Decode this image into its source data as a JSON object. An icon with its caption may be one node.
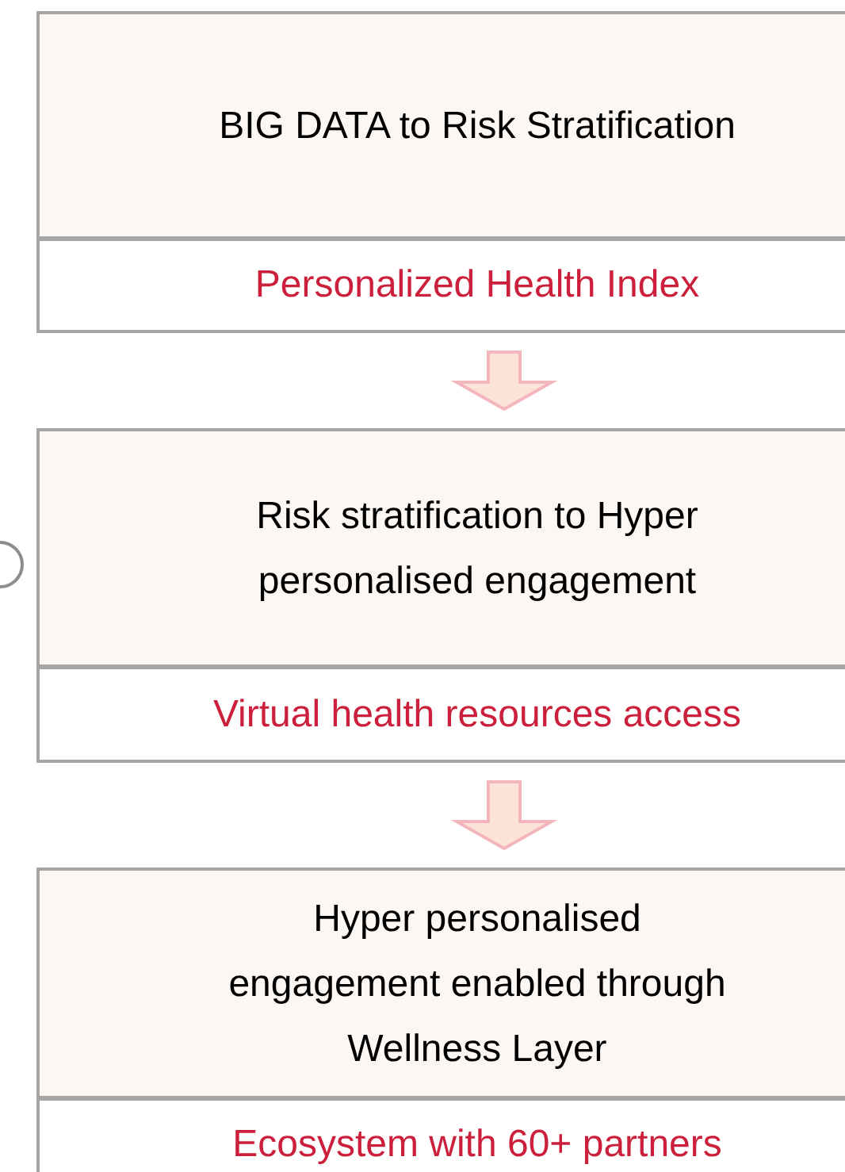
{
  "diagram": {
    "nodes": [
      {
        "text": [
          "BIG DATA to Risk Stratification"
        ]
      },
      {
        "text": [
          "Personalized Health Index"
        ]
      },
      {
        "text": [
          "Risk stratification to Hyper personalised engagement"
        ]
      },
      {
        "text": [
          "Virtual health resources access"
        ]
      },
      {
        "text": [
          "Hyper personalised engagement enabled through Wellness Layer"
        ]
      },
      {
        "text": [
          "Ecosystem with 60+ partners"
        ]
      }
    ],
    "edges": [
      {
        "from": 1,
        "to": 2,
        "arrow": "to",
        "style": "thick",
        "color": "#f4b6bd"
      },
      {
        "from": 3,
        "to": 4,
        "arrow": "to",
        "style": "thick",
        "color": "#f4b6bd"
      }
    ]
  }
}
